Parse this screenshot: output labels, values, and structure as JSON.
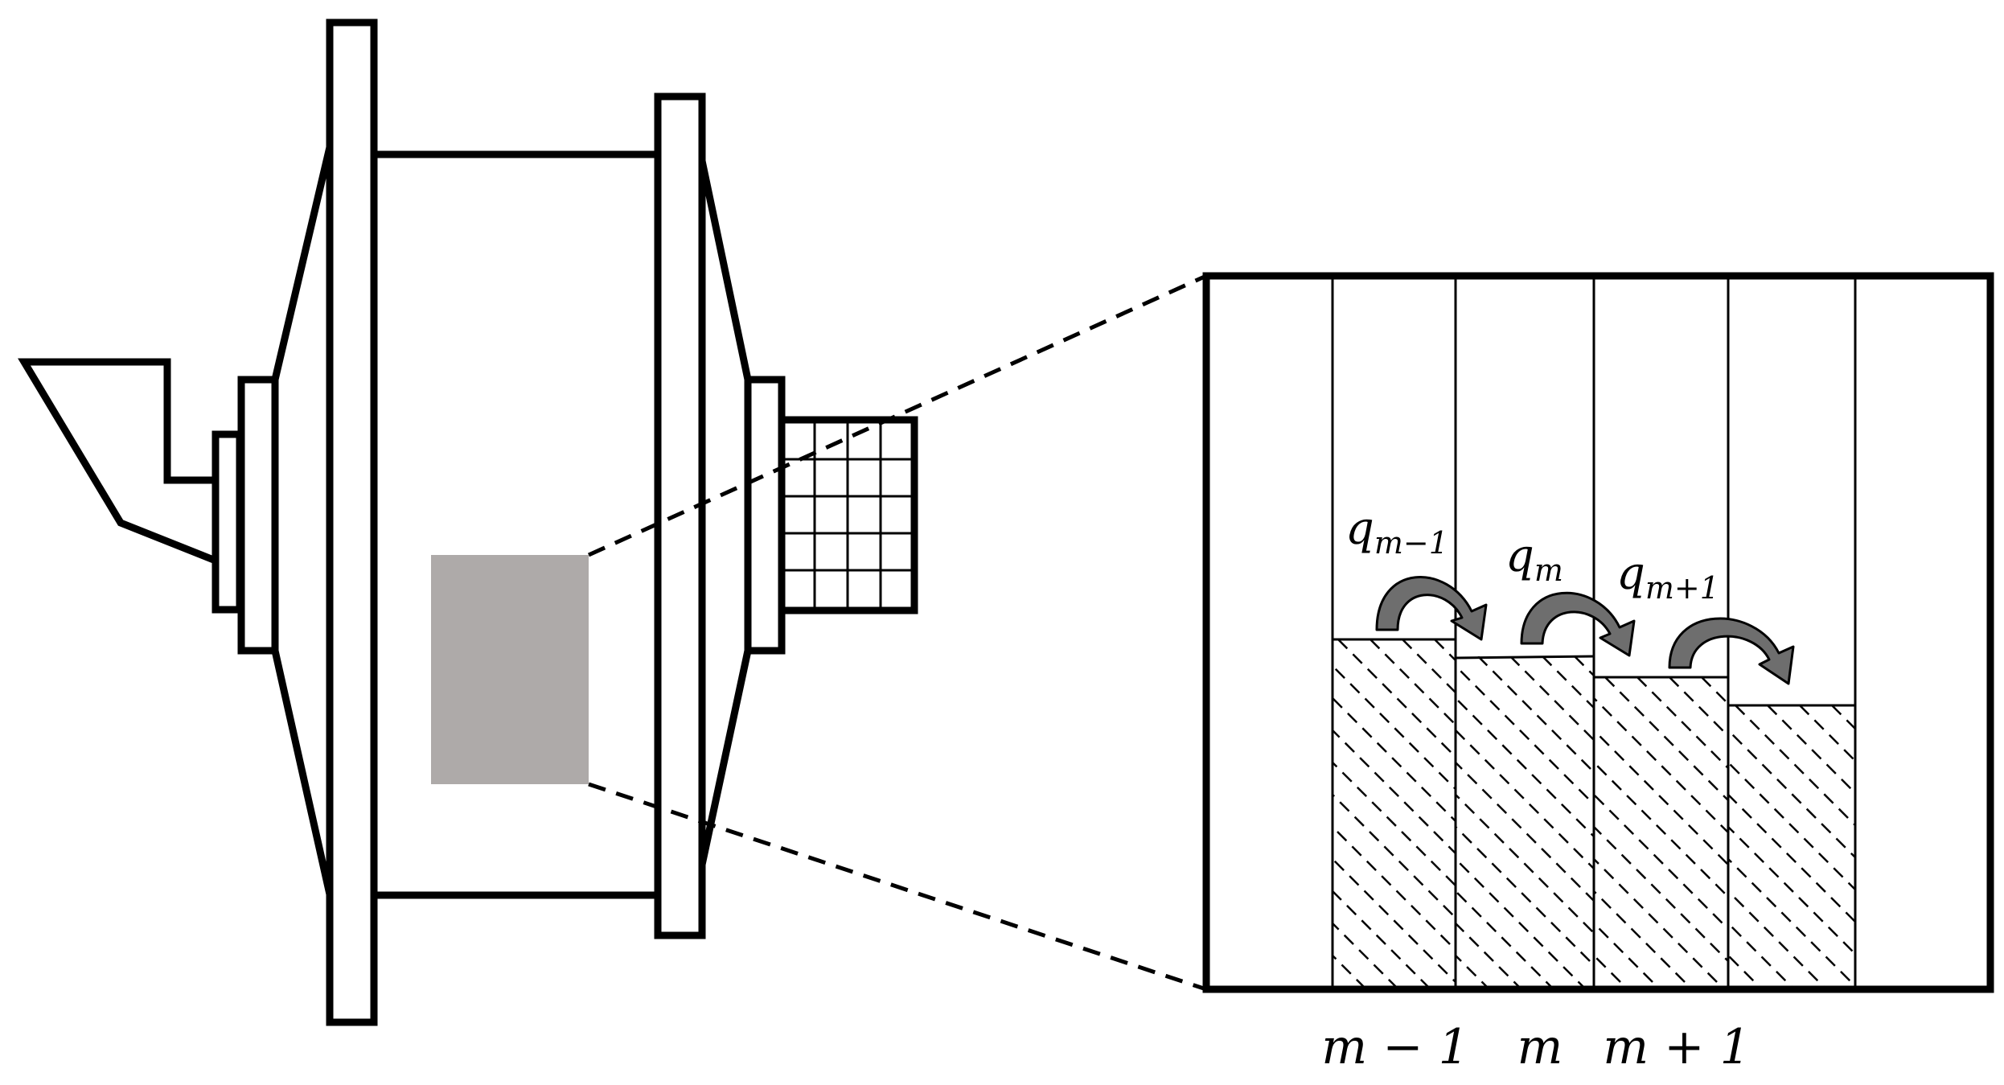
{
  "flux_labels": {
    "left": {
      "base": "q",
      "sub": "m−1"
    },
    "center": {
      "base": "q",
      "sub": "m"
    },
    "right": {
      "base": "q",
      "sub": "m+1"
    }
  },
  "compartment_labels": [
    "m − 1",
    "m",
    "m + 1"
  ],
  "colors": {
    "highlight_region": "#aeaaa9",
    "arrow_fill": "#6e6e6e",
    "line": "#000000"
  }
}
